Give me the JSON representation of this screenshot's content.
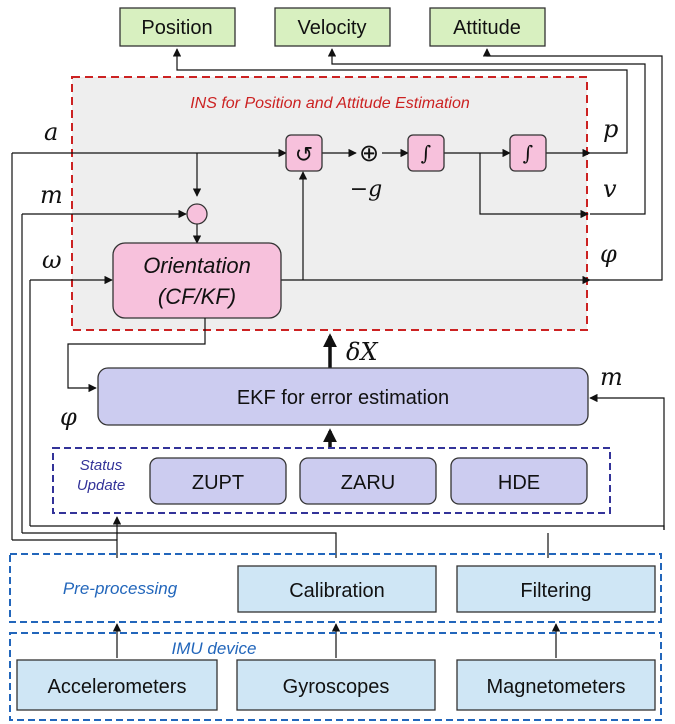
{
  "colors": {
    "output_fill": "#d8f0c0",
    "ins_bg": "#eeeeee",
    "ins_border": "#cc2222",
    "pink": "#f7c1dc",
    "lavender": "#ccccf0",
    "status_border": "#333399",
    "blue_fill": "#cfe6f5",
    "blue_border": "#2266bb",
    "blue_text": "#2266bb",
    "red_text": "#cc2222"
  },
  "outputs": {
    "position": "Position",
    "velocity": "Velocity",
    "attitude": "Attitude"
  },
  "ins": {
    "title": "INS for Position and Attitude Estimation",
    "rotate_symbol": "↺",
    "sum_symbol": "⊕",
    "integral_symbol": "∫",
    "gravity": "−g",
    "orientation_line1": "Orientation",
    "orientation_line2": "(CF/KF)"
  },
  "signals": {
    "a": "a",
    "m": "m",
    "omega": "ω",
    "p": "p",
    "v": "v",
    "phi": "φ",
    "delta_x": "δX",
    "phi_ekf": "φ",
    "m_ekf": "m"
  },
  "ekf": {
    "label": "EKF for error estimation"
  },
  "status": {
    "title_line1": "Status",
    "title_line2": "Update",
    "zupt": "ZUPT",
    "zaru": "ZARU",
    "hde": "HDE"
  },
  "preprocessing": {
    "title": "Pre-processing",
    "calibration": "Calibration",
    "filtering": "Filtering"
  },
  "imu": {
    "title": "IMU device",
    "accelerometers": "Accelerometers",
    "gyroscopes": "Gyroscopes",
    "magnetometers": "Magnetometers"
  }
}
